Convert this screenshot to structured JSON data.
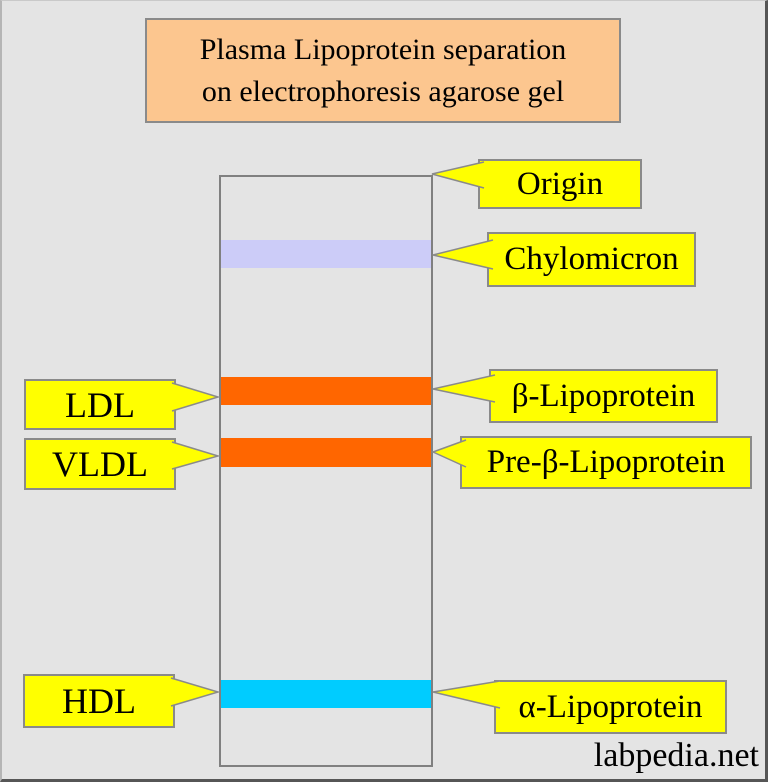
{
  "title": {
    "line1": "Plasma Lipoprotein separation",
    "line2": "on electrophoresis agarose gel"
  },
  "gel": {
    "bands": [
      {
        "name": "chylomicron-band",
        "color": "#ccccf8"
      },
      {
        "name": "beta-lipoprotein-band",
        "color": "#ff6600"
      },
      {
        "name": "pre-beta-lipoprotein-band",
        "color": "#ff6600"
      },
      {
        "name": "alpha-lipoprotein-band",
        "color": "#00ccff"
      }
    ]
  },
  "left_labels": [
    {
      "label": "LDL"
    },
    {
      "label": "VLDL"
    },
    {
      "label": "HDL"
    }
  ],
  "right_labels": [
    {
      "label": "Origin"
    },
    {
      "label": "Chylomicron"
    },
    {
      "label": "β-Lipoprotein"
    },
    {
      "label": "Pre-β-Lipoprotein"
    },
    {
      "label": "α-Lipoprotein"
    }
  ],
  "watermark": "labpedia.net",
  "colors": {
    "background": "#e4e4e4",
    "callout_bg": "#ffff00",
    "callout_border": "#8a8a8a",
    "title_bg": "#fcc68f",
    "gel_border": "#808080"
  }
}
